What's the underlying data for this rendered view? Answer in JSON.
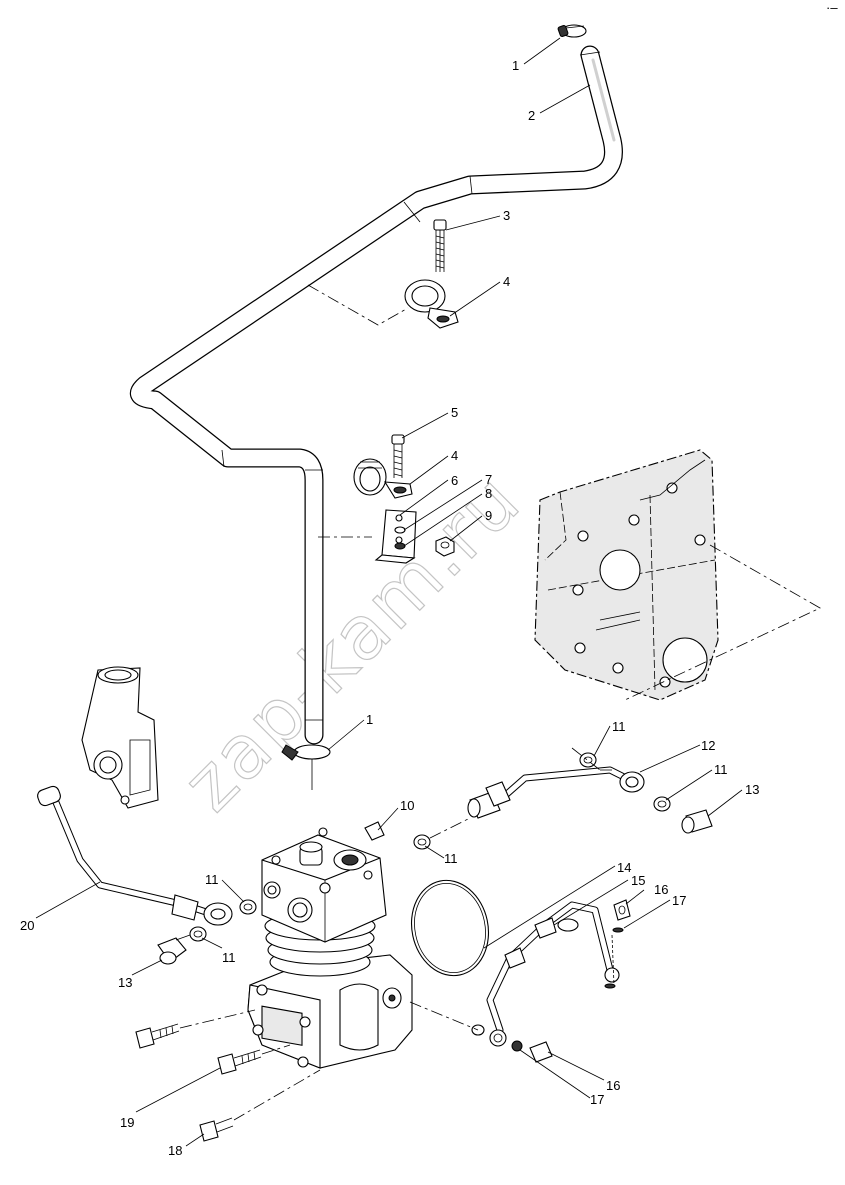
{
  "watermark": "zap-kam.ru",
  "corner_mark": "·–",
  "callouts": [
    "1",
    "2",
    "3",
    "4",
    "5",
    "4",
    "6",
    "7",
    "8",
    "9",
    "1",
    "11",
    "12",
    "11",
    "13",
    "10",
    "11",
    "11",
    "20",
    "11",
    "13",
    "14",
    "15",
    "16",
    "17",
    "19",
    "18",
    "17",
    "16"
  ]
}
